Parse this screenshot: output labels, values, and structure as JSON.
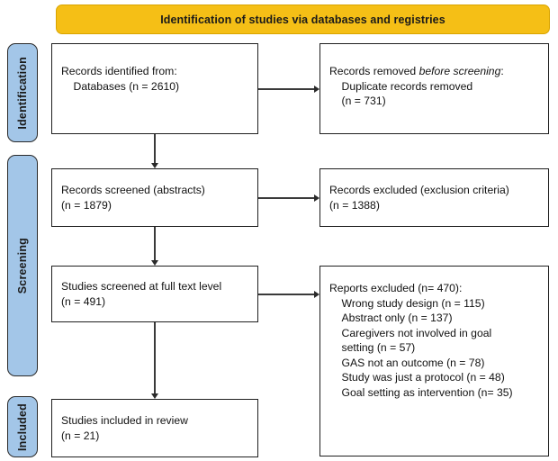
{
  "banner": {
    "title": "Identification of studies via databases and registries",
    "color": "#f5bf16"
  },
  "stages": {
    "color": "#a3c6e8",
    "identification": "Identification",
    "screening": "Screening",
    "included": "Included"
  },
  "boxes": {
    "identified": {
      "line1": "Records identified from:",
      "line2": "    Databases (n = 2610)"
    },
    "duplicates": {
      "line1_pre": "Records removed ",
      "line1_italic": "before screening",
      "line1_post": ":",
      "line2": "    Duplicate records removed",
      "line3": "    (n = 731)"
    },
    "screened": {
      "line1": "Records screened (abstracts)",
      "line2": "(n = 1879)"
    },
    "excluded_screening": {
      "line1": "Records excluded (exclusion criteria)",
      "line2": "(n = 1388)"
    },
    "fulltext": {
      "line1": "Studies screened at full text level",
      "line2": "(n = 491)"
    },
    "reports_excluded": {
      "line1": "Reports excluded (n= 470):",
      "line2": "    Wrong study design (n = 115)",
      "line3": "    Abstract only (n = 137)",
      "line4": "    Caregivers not involved in goal",
      "line5": "    setting (n = 57)",
      "line6": "    GAS not an outcome (n = 78)",
      "line7": "    Study was just a protocol (n = 48)",
      "line8": "    Goal setting as intervention (n= 35)"
    },
    "included": {
      "line1": "Studies included in review",
      "line2": "(n = 21)"
    }
  },
  "chart_data": {
    "type": "diagram",
    "title": "Identification of studies via databases and registries",
    "nodes": [
      {
        "id": "identified",
        "stage": "Identification",
        "label": "Records identified from: Databases",
        "n": 2610
      },
      {
        "id": "duplicates",
        "stage": "Identification",
        "label": "Records removed before screening: Duplicate records removed",
        "n": 731
      },
      {
        "id": "screened",
        "stage": "Screening",
        "label": "Records screened (abstracts)",
        "n": 1879
      },
      {
        "id": "excluded_screening",
        "stage": "Screening",
        "label": "Records excluded (exclusion criteria)",
        "n": 1388
      },
      {
        "id": "fulltext",
        "stage": "Screening",
        "label": "Studies screened at full text level",
        "n": 491
      },
      {
        "id": "reports_excluded",
        "stage": "Screening",
        "label": "Reports excluded",
        "n": 470,
        "breakdown": [
          {
            "reason": "Wrong study design",
            "n": 115
          },
          {
            "reason": "Abstract only",
            "n": 137
          },
          {
            "reason": "Caregivers not involved in goal setting",
            "n": 57
          },
          {
            "reason": "GAS not an outcome",
            "n": 78
          },
          {
            "reason": "Study was just a protocol",
            "n": 48
          },
          {
            "reason": "Goal setting as intervention",
            "n": 35
          }
        ]
      },
      {
        "id": "included",
        "stage": "Included",
        "label": "Studies included in review",
        "n": 21
      }
    ],
    "edges": [
      {
        "from": "identified",
        "to": "duplicates"
      },
      {
        "from": "identified",
        "to": "screened"
      },
      {
        "from": "screened",
        "to": "excluded_screening"
      },
      {
        "from": "screened",
        "to": "fulltext"
      },
      {
        "from": "fulltext",
        "to": "reports_excluded"
      },
      {
        "from": "fulltext",
        "to": "included"
      }
    ]
  }
}
